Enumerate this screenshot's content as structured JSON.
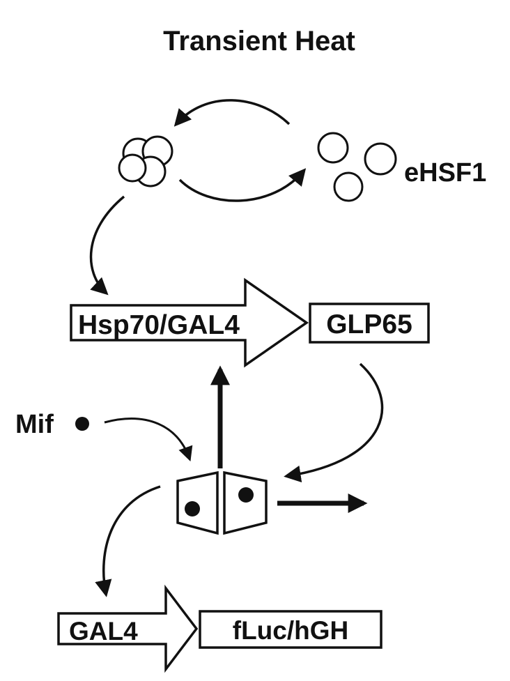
{
  "title": "Transient Heat",
  "labels": {
    "ehsf1": "eHSF1",
    "mif": "Mif"
  },
  "constructs": {
    "driver_promoter": "Hsp70/GAL4",
    "driver_gene": "GLP65",
    "reporter_promoter": "GAL4",
    "reporter_gene": "fLuc/hGH"
  },
  "colors": {
    "ink": "#111111",
    "background": "#ffffff"
  }
}
